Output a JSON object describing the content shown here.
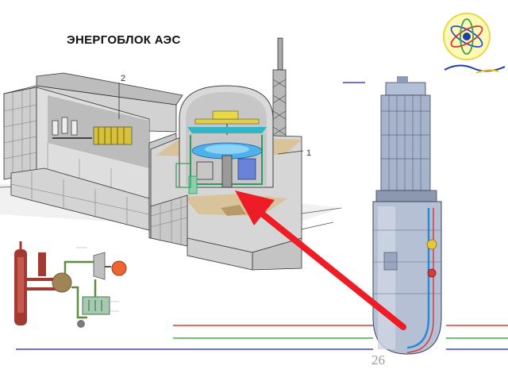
{
  "slide": {
    "title": "ЭНЕРГОБЛОК АЭС",
    "page_number": "26",
    "callouts": {
      "turbine_hall": "2",
      "reactor_building": "1"
    }
  },
  "icons": {
    "logo": "atom-logo-icon",
    "arrow": "red-pointer-arrow-icon"
  },
  "colors": {
    "pointer_arrow": "#ee1c25",
    "line_blue": "#3b45c4",
    "line_red": "#e03c32",
    "line_green": "#3fae49",
    "reactor_cyan": "#31b5c8"
  }
}
